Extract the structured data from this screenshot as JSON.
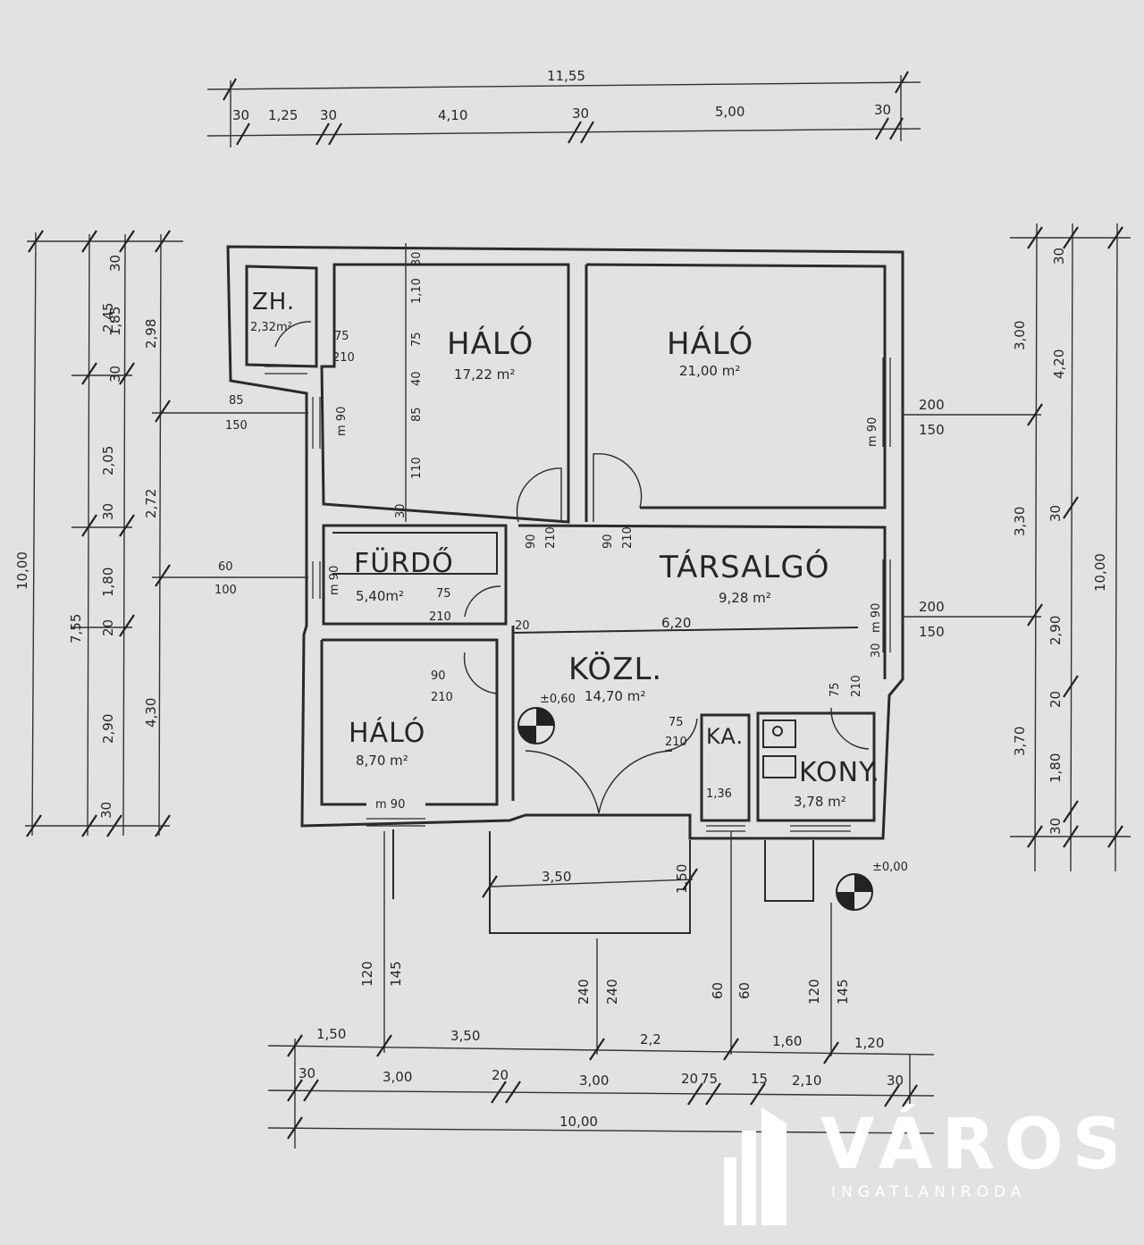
{
  "rooms": {
    "zh": {
      "name": "ZH.",
      "area": "2,32m²"
    },
    "halo1": {
      "name": "HÁLÓ",
      "area": "17,22 m²"
    },
    "halo2": {
      "name": "HÁLÓ",
      "area": "21,00 m²"
    },
    "furdo": {
      "name": "FÜRDŐ",
      "area": "5,40m²"
    },
    "tarsalgo": {
      "name": "TÁRSALGÓ",
      "area": "9,28 m²"
    },
    "kozl": {
      "name": "KÖZL.",
      "area": "14,70 m²"
    },
    "halo3": {
      "name": "HÁLÓ",
      "area": "8,70 m²"
    },
    "kamra": {
      "name": "KA.",
      "area": "1,36"
    },
    "konyha": {
      "name": "KONY.",
      "area": "3,78 m²"
    }
  },
  "levels": {
    "inner": "±0,60",
    "outer": "±0,00"
  },
  "dims": {
    "top_total": "11,55",
    "top": [
      "30",
      "1,25",
      "30",
      "4,10",
      "30",
      "5,00",
      "30"
    ],
    "bottom_total": "10,00",
    "bottom_row1": [
      "1,50",
      "3,50",
      "2,2",
      "1,60",
      "1,20"
    ],
    "bottom_row2": [
      "30",
      "3,00",
      "20",
      "3,00",
      "20",
      "75",
      "15",
      "2,10",
      "30"
    ],
    "left_total": "10,00",
    "left_col1": [
      "2,45",
      "2,05",
      "30",
      "1,80",
      "20",
      "2,90",
      "30"
    ],
    "left_col1_sum": "7,55",
    "left_col2": [
      "30",
      "1,85",
      "30",
      "2,98",
      "2,72",
      "4,30"
    ],
    "right_total": "10,00",
    "right_col1": [
      "3,00",
      "3,30",
      "30",
      "2,90",
      "20",
      "3,70",
      "1,80",
      "30"
    ],
    "right_col2": [
      "30",
      "4,20"
    ],
    "halo_inner": [
      "30",
      "1,10",
      "75",
      "40",
      "85",
      "110",
      "30"
    ],
    "windows": [
      "85",
      "150",
      "60",
      "100",
      "200",
      "150",
      "200",
      "150"
    ],
    "doors": [
      "75",
      "210",
      "90",
      "210",
      "90",
      "210",
      "75",
      "210",
      "90",
      "210",
      "75",
      "210",
      "75",
      "210"
    ],
    "openings": [
      "m 90",
      "m 90",
      "m 90",
      "m 90",
      "m 90"
    ],
    "misc": [
      "6,20",
      "20",
      "30",
      "3,50",
      "1,50",
      "120",
      "145",
      "240",
      "240",
      "60",
      "60",
      "120",
      "145"
    ]
  },
  "logo": {
    "word": "VÁROSI",
    "sub": "INGATLANIRODA"
  }
}
